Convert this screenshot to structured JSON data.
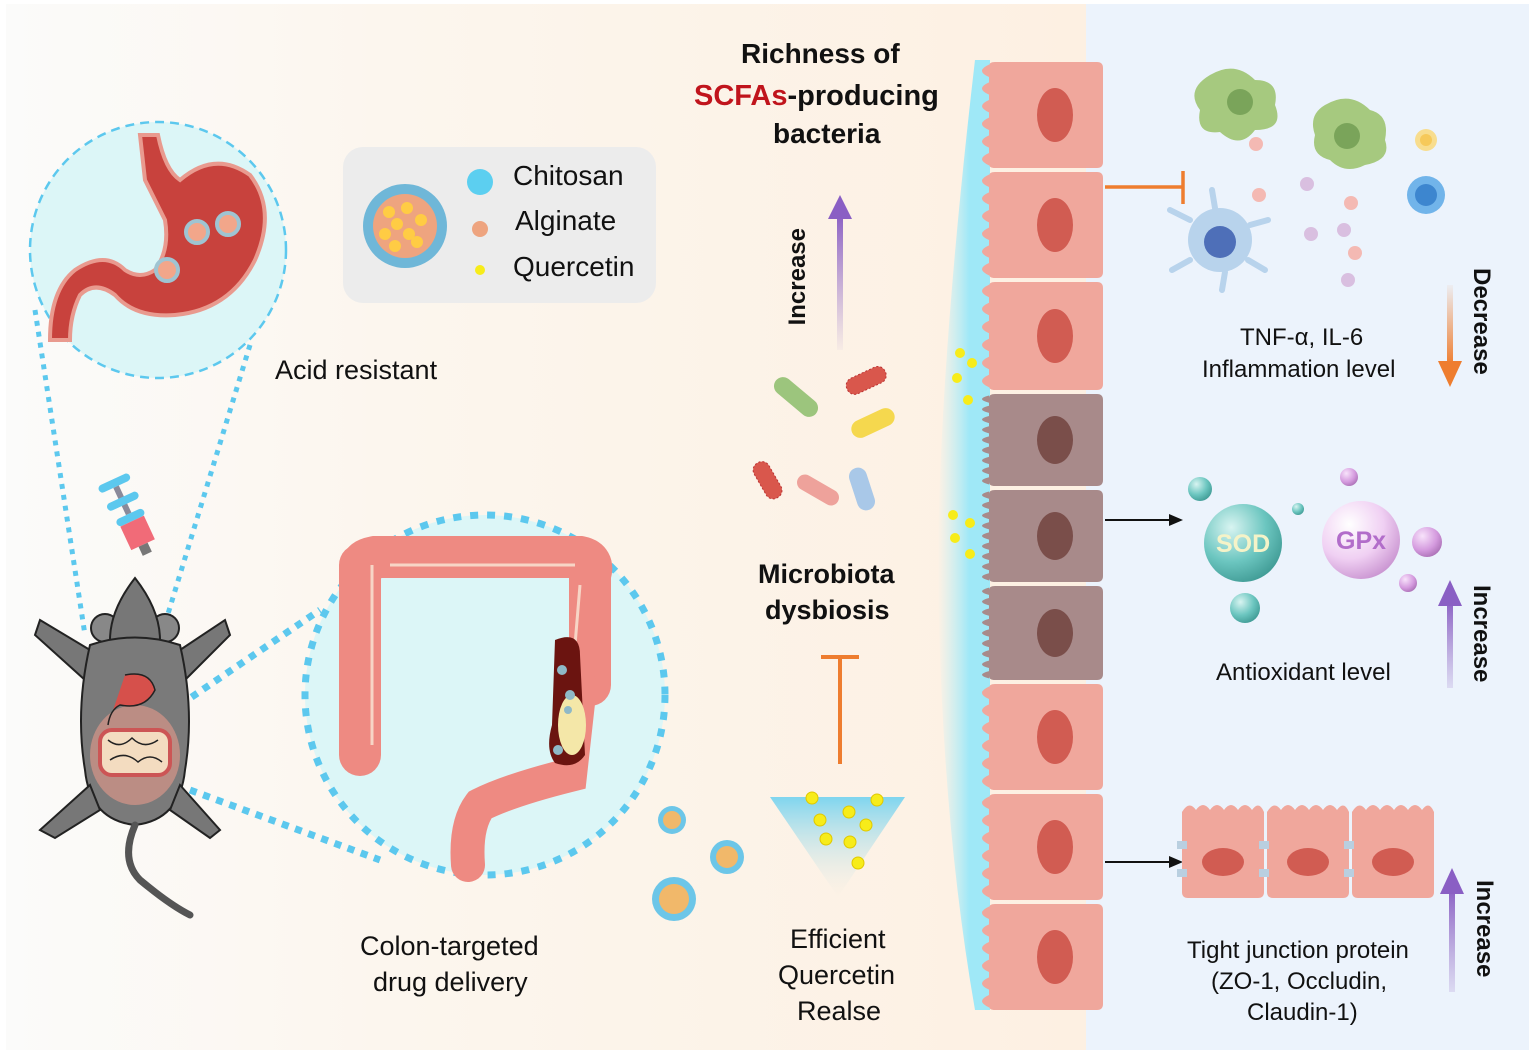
{
  "title_top": {
    "line1": "Richness of",
    "highlight": "SCFAs",
    "line2_rest": "-producing",
    "line3": "bacteria",
    "highlight_color": "#c0141c"
  },
  "legend": {
    "items": [
      {
        "label": "Chitosan",
        "color": "#5ccff0"
      },
      {
        "label": "Alginate",
        "color": "#eea47f"
      },
      {
        "label": "Quercetin",
        "color": "#f7ec1a"
      }
    ]
  },
  "labels": {
    "acid_resistant": "Acid resistant",
    "colon_targeted_line1": "Colon-targeted",
    "colon_targeted_line2": "drug delivery",
    "efficient_line1": "Efficient",
    "efficient_line2": "Quercetin",
    "efficient_line3": "Realse",
    "microbiota_line1": "Microbiota",
    "microbiota_line2": "dysbiosis",
    "increase_scfa": "Increase",
    "inflammation_line1": "TNF-α, IL-6",
    "inflammation_line2": "Inflammation level",
    "decrease": "Decrease",
    "sod": "SOD",
    "gpx": "GPx",
    "antioxidant": "Antioxidant level",
    "increase_antioxidant": "Increase",
    "tight_line1": "Tight junction protein",
    "tight_line2": "(ZO-1, Occludin,",
    "tight_line3": "Claudin-1)",
    "increase_tight": "Increase"
  },
  "colors": {
    "orange_inhibit": "#ee7d2f",
    "purple_arrow": "#9b79c9",
    "dotted_blue": "#5cc8ee",
    "cell_pink": "#f0a79c",
    "cell_damaged": "#a88a8a",
    "nucleus": "#d15c52",
    "sod": "#5cc2bd",
    "gpx": "#e3b6ea"
  }
}
